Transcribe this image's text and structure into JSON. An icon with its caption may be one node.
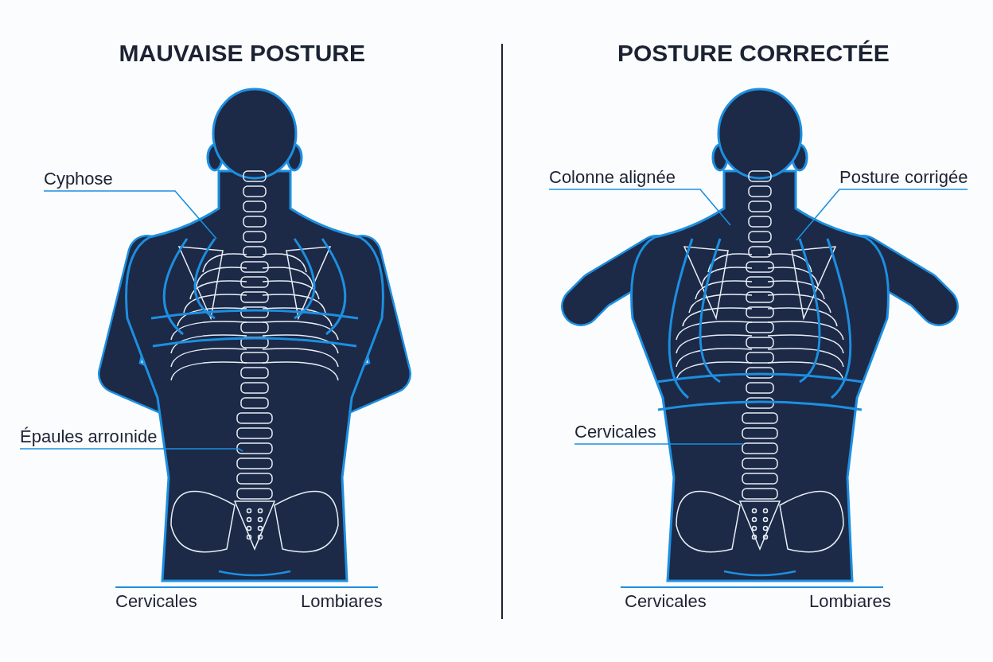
{
  "diagram": {
    "nodes": [
      {
        "text": [
          "Cyphose"
        ]
      },
      {
        "text": [
          "Épaules arroınide"
        ]
      },
      {
        "text": [
          "Colonne alignée"
        ]
      },
      {
        "text": [
          "Posture corrigée"
        ]
      },
      {
        "text": [
          "Cervicales"
        ]
      }
    ],
    "edges": [
      {
        "from": 0,
        "to": null,
        "arrow": "none"
      },
      {
        "from": 1,
        "to": null,
        "arrow": "none"
      },
      {
        "from": 2,
        "to": null,
        "arrow": "none"
      },
      {
        "from": 3,
        "to": null,
        "arrow": "none"
      },
      {
        "from": 4,
        "to": null,
        "arrow": "none"
      }
    ],
    "labels": [
      "MAUVAISE POSTURE",
      "POSTURE CORRECTÉE",
      "Cervicales",
      "Lombiares",
      "Cervicales",
      "Lombiares"
    ]
  }
}
